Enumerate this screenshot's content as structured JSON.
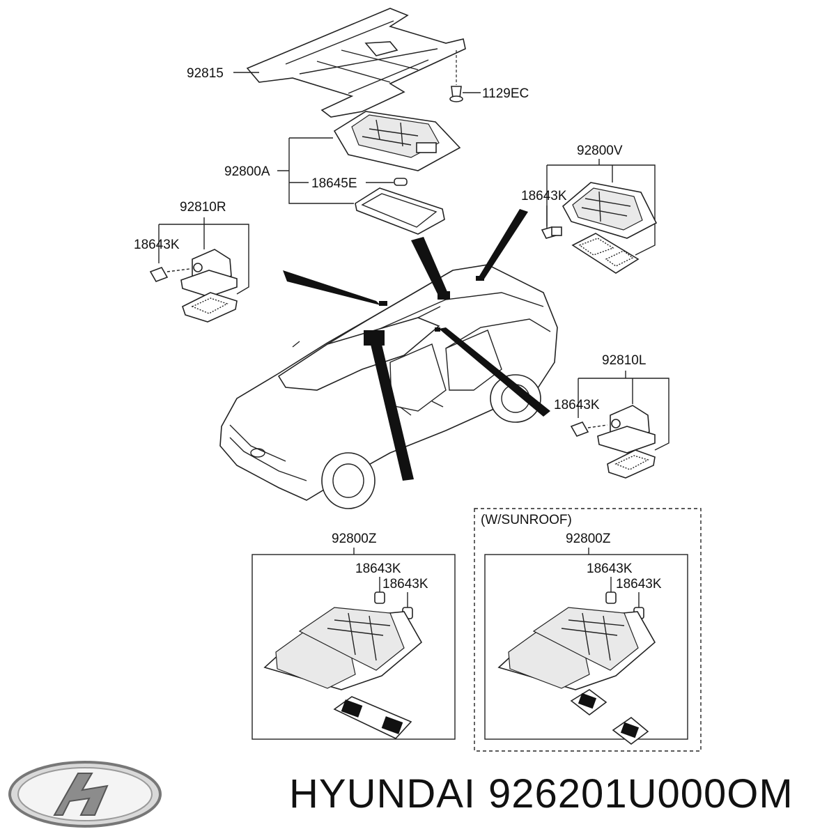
{
  "labels": {
    "p92815": "92815",
    "p1129EC": "1129EC",
    "p92800A": "92800A",
    "p18645E": "18645E",
    "p92800V": "92800V",
    "p18643K_v": "18643K",
    "p92810R": "92810R",
    "p18643K_r": "18643K",
    "p92810L": "92810L",
    "p18643K_l": "18643K",
    "p92800Z_a": "92800Z",
    "p18643K_a1": "18643K",
    "p18643K_a2": "18643K",
    "sunroof": "(W/SUNROOF)",
    "p92800Z_b": "92800Z",
    "p18643K_b1": "18643K",
    "p18643K_b2": "18643K"
  },
  "footer": {
    "brand": "HYUNDAI",
    "part_number": "926201U000OM"
  },
  "logo_icon": "hyundai-logo-icon"
}
